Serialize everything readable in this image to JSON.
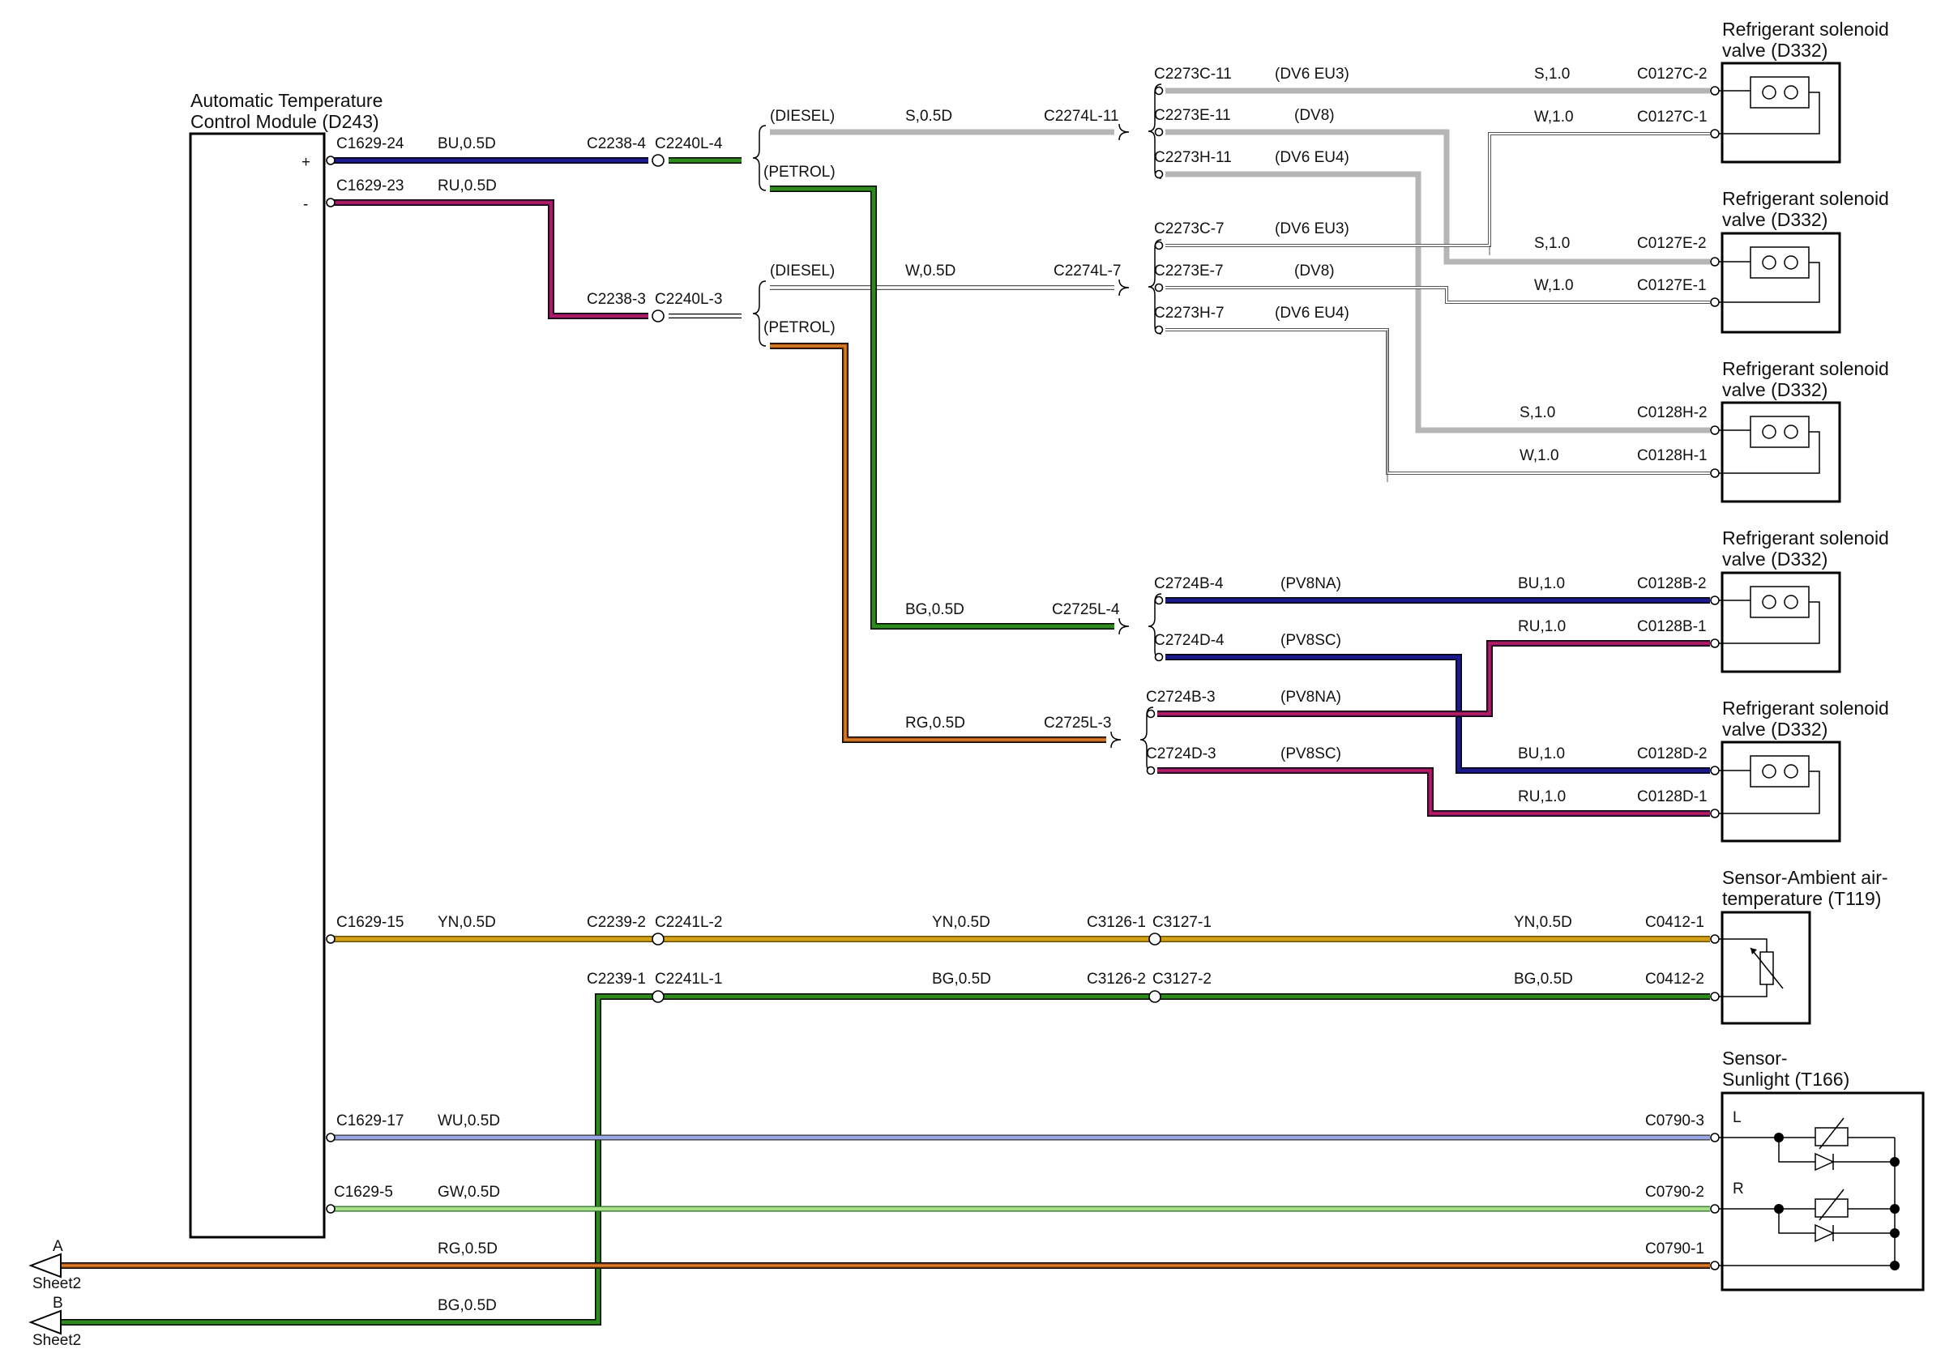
{
  "module": {
    "title1": "Automatic Temperature",
    "title2": "Control Module (D243)",
    "plus": "+",
    "minus": "-"
  },
  "labels": {
    "c1629_24": "C1629-24",
    "bu_05d": "BU,0.5D",
    "c1629_23": "C1629-23",
    "ru_05d": "RU,0.5D",
    "c2238_4": "C2238-4",
    "c2240l_4": "C2240L-4",
    "c2238_3": "C2238-3",
    "c2240l_3": "C2240L-3",
    "diesel1": "(DIESEL)",
    "petrol1": "(PETROL)",
    "diesel2": "(DIESEL)",
    "petrol2": "(PETROL)",
    "s_05d": "S,0.5D",
    "c2274l_11": "C2274L-11",
    "w_05d": "W,0.5D",
    "c2274l_7": "C2274L-7",
    "c2273c_11": "C2273C-11",
    "dv6eu3_a": "(DV6 EU3)",
    "c2273e_11": "C2273E-11",
    "dv8_a": "(DV8)",
    "c2273h_11": "C2273H-11",
    "dv6eu4_a": "(DV6 EU4)",
    "c2273c_7": "C2273C-7",
    "dv6eu3_b": "(DV6 EU3)",
    "c2273e_7": "C2273E-7",
    "dv8_b": "(DV8)",
    "c2273h_7": "C2273H-7",
    "dv6eu4_b": "(DV6 EU4)",
    "s_10_a": "S,1.0",
    "c0127c_2": "C0127C-2",
    "w_10_a": "W,1.0",
    "c0127c_1": "C0127C-1",
    "s_10_b": "S,1.0",
    "c0127e_2": "C0127E-2",
    "w_10_b": "W,1.0",
    "c0127e_1": "C0127E-1",
    "s_10_c": "S,1.0",
    "c0128h_2": "C0128H-2",
    "w_10_c": "W,1.0",
    "c0128h_1": "C0128H-1",
    "bg_05d_a": "BG,0.5D",
    "c2725l_4": "C2725L-4",
    "rg_05d_a": "RG,0.5D",
    "c2725l_3": "C2725L-3",
    "c2724b_4": "C2724B-4",
    "pv8na_a": "(PV8NA)",
    "c2724d_4": "C2724D-4",
    "pv8sc_a": "(PV8SC)",
    "c2724b_3": "C2724B-3",
    "pv8na_b": "(PV8NA)",
    "c2724d_3": "C2724D-3",
    "pv8sc_b": "(PV8SC)",
    "bu_10_a": "BU,1.0",
    "c0128b_2": "C0128B-2",
    "ru_10_a": "RU,1.0",
    "c0128b_1": "C0128B-1",
    "bu_10_b": "BU,1.0",
    "c0128d_2": "C0128D-2",
    "ru_10_b": "RU,1.0",
    "c0128d_1": "C0128D-1",
    "c1629_15": "C1629-15",
    "yn_05d_a": "YN,0.5D",
    "c2239_2": "C2239-2",
    "c2241l_2": "C2241L-2",
    "yn_05d_b": "YN,0.5D",
    "c3126_1": "C3126-1",
    "c3127_1": "C3127-1",
    "yn_05d_c": "YN,0.5D",
    "c0412_1": "C0412-1",
    "c2239_1": "C2239-1",
    "c2241l_1": "C2241L-1",
    "bg_05d_b": "BG,0.5D",
    "c3126_2": "C3126-2",
    "c3127_2": "C3127-2",
    "bg_05d_c": "BG,0.5D",
    "c0412_2": "C0412-2",
    "c1629_17": "C1629-17",
    "wu_05d": "WU,0.5D",
    "c0790_3": "C0790-3",
    "c1629_5": "C1629-5",
    "gw_05d": "GW,0.5D",
    "c0790_2": "C0790-2",
    "rg_05d_b": "RG,0.5D",
    "c0790_1": "C0790-1",
    "bg_05d_d": "BG,0.5D"
  },
  "components": {
    "valve1_l1": "Refrigerant solenoid",
    "valve1_l2": "valve (D332)",
    "valve2_l1": "Refrigerant solenoid",
    "valve2_l2": "valve (D332)",
    "valve3_l1": "Refrigerant solenoid",
    "valve3_l2": "valve (D332)",
    "valve4_l1": "Refrigerant solenoid",
    "valve4_l2": "valve (D332)",
    "valve5_l1": "Refrigerant solenoid",
    "valve5_l2": "valve (D332)",
    "ambient_l1": "Sensor-Ambient air-",
    "ambient_l2": "temperature (T119)",
    "sun_l1": "Sensor-",
    "sun_l2": "Sunlight (T166)",
    "sun_L": "L",
    "sun_R": "R"
  },
  "sheet_refs": {
    "a_letter": "A",
    "a_sheet": "Sheet2",
    "b_letter": "B",
    "b_sheet": "Sheet2"
  },
  "colors": {
    "BU": "#1a1a8c",
    "RU": "#8b1a6b",
    "S": "#b5b5b5",
    "W": "#ffffff",
    "G": "#2e8b1e",
    "BG": "#2e7d1e",
    "RG": "#b85a18",
    "YN": "#d4a017",
    "WU": "#9aa7e6",
    "GW": "#7fcf5a"
  }
}
